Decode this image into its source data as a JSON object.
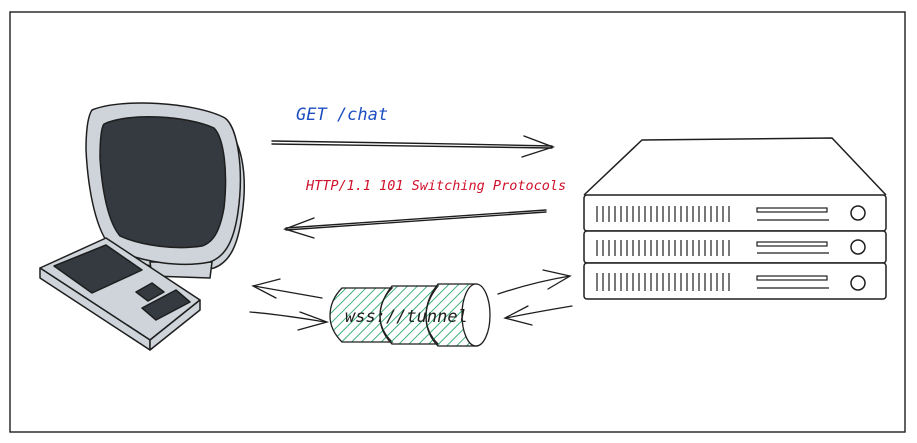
{
  "request": {
    "label": "GET /chat",
    "color": "#1e4fc2"
  },
  "response": {
    "label": "HTTP/1.1 101 Switching Protocols",
    "color": "#d0112b"
  },
  "tunnel": {
    "label": "wss://tunnel",
    "color": "#0e9d5c"
  },
  "colors": {
    "stroke": "#1e1e1e",
    "screen": "#343a40",
    "panel": "#ced4da"
  },
  "icons": {
    "client": "desktop-computer-icon",
    "server": "server-rack-icon"
  }
}
